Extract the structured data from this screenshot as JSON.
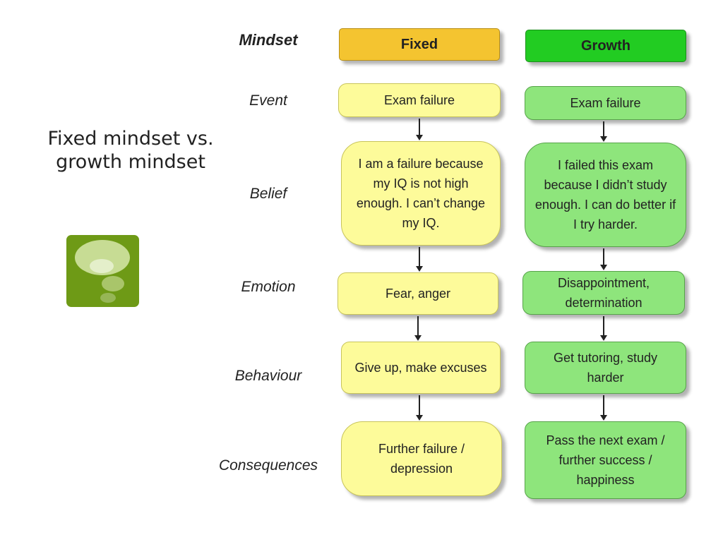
{
  "slide": {
    "title": "Fixed mindset vs. growth mindset"
  },
  "logo": {
    "icon": "speech-bubbles-icon",
    "color": "#6e9a16"
  },
  "rows": {
    "mindset": "Mindset",
    "event": "Event",
    "belief": "Belief",
    "emotion": "Emotion",
    "behaviour": "Behaviour",
    "consequences": "Consequences"
  },
  "fixed": {
    "header": "Fixed",
    "event": "Exam failure",
    "belief": "I am a failure because my IQ is not high enough. I can’t change my IQ.",
    "emotion": "Fear, anger",
    "behaviour": "Give up, make excuses",
    "consequences": "Further failure / depression"
  },
  "growth": {
    "header": "Growth",
    "event": "Exam failure",
    "belief": "I failed this exam because I didn’t study enough. I can do better if I try harder.",
    "emotion": "Disappointment, determination",
    "behaviour": "Get tutoring, study harder",
    "consequences": "Pass the next exam / further success / happiness"
  },
  "colors": {
    "fixed_header": "#f4c430",
    "fixed_box": "#fdfb9a",
    "growth_header": "#22cc22",
    "growth_box": "#8ee57c"
  }
}
